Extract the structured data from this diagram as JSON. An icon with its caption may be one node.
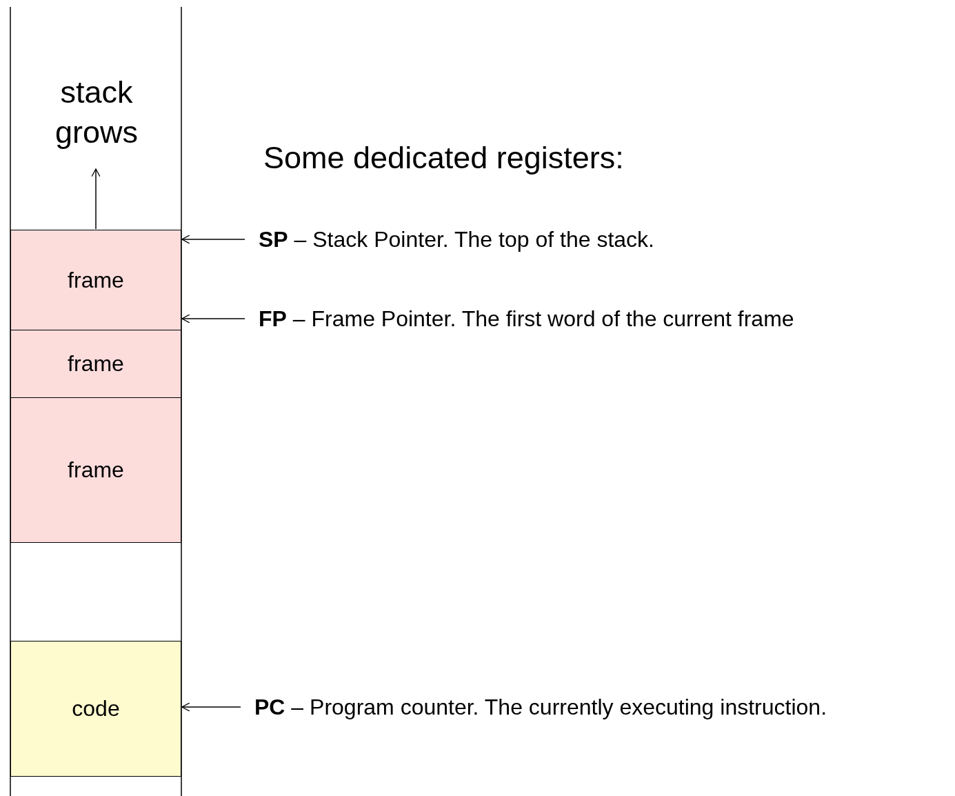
{
  "diagram": {
    "title": "Some dedicated registers:",
    "nodes": [
      {
        "text": [
          "frame"
        ]
      },
      {
        "text": [
          "frame"
        ]
      },
      {
        "text": [
          "frame"
        ]
      },
      {
        "text": [
          "code"
        ]
      },
      {
        "text": [
          "**SP** – Stack Pointer. The top of the stack."
        ]
      },
      {
        "text": [
          "**FP** – Frame Pointer. The first word of the current frame"
        ]
      },
      {
        "text": [
          "**PC** – Program counter. The currently executing instruction."
        ]
      }
    ],
    "edges": [
      {
        "from": 4,
        "to": 0,
        "arrow": "to"
      },
      {
        "from": 5,
        "to": 0,
        "arrow": "to"
      },
      {
        "from": 6,
        "to": 3,
        "arrow": "to"
      }
    ],
    "labels": [
      "stack grows"
    ]
  }
}
